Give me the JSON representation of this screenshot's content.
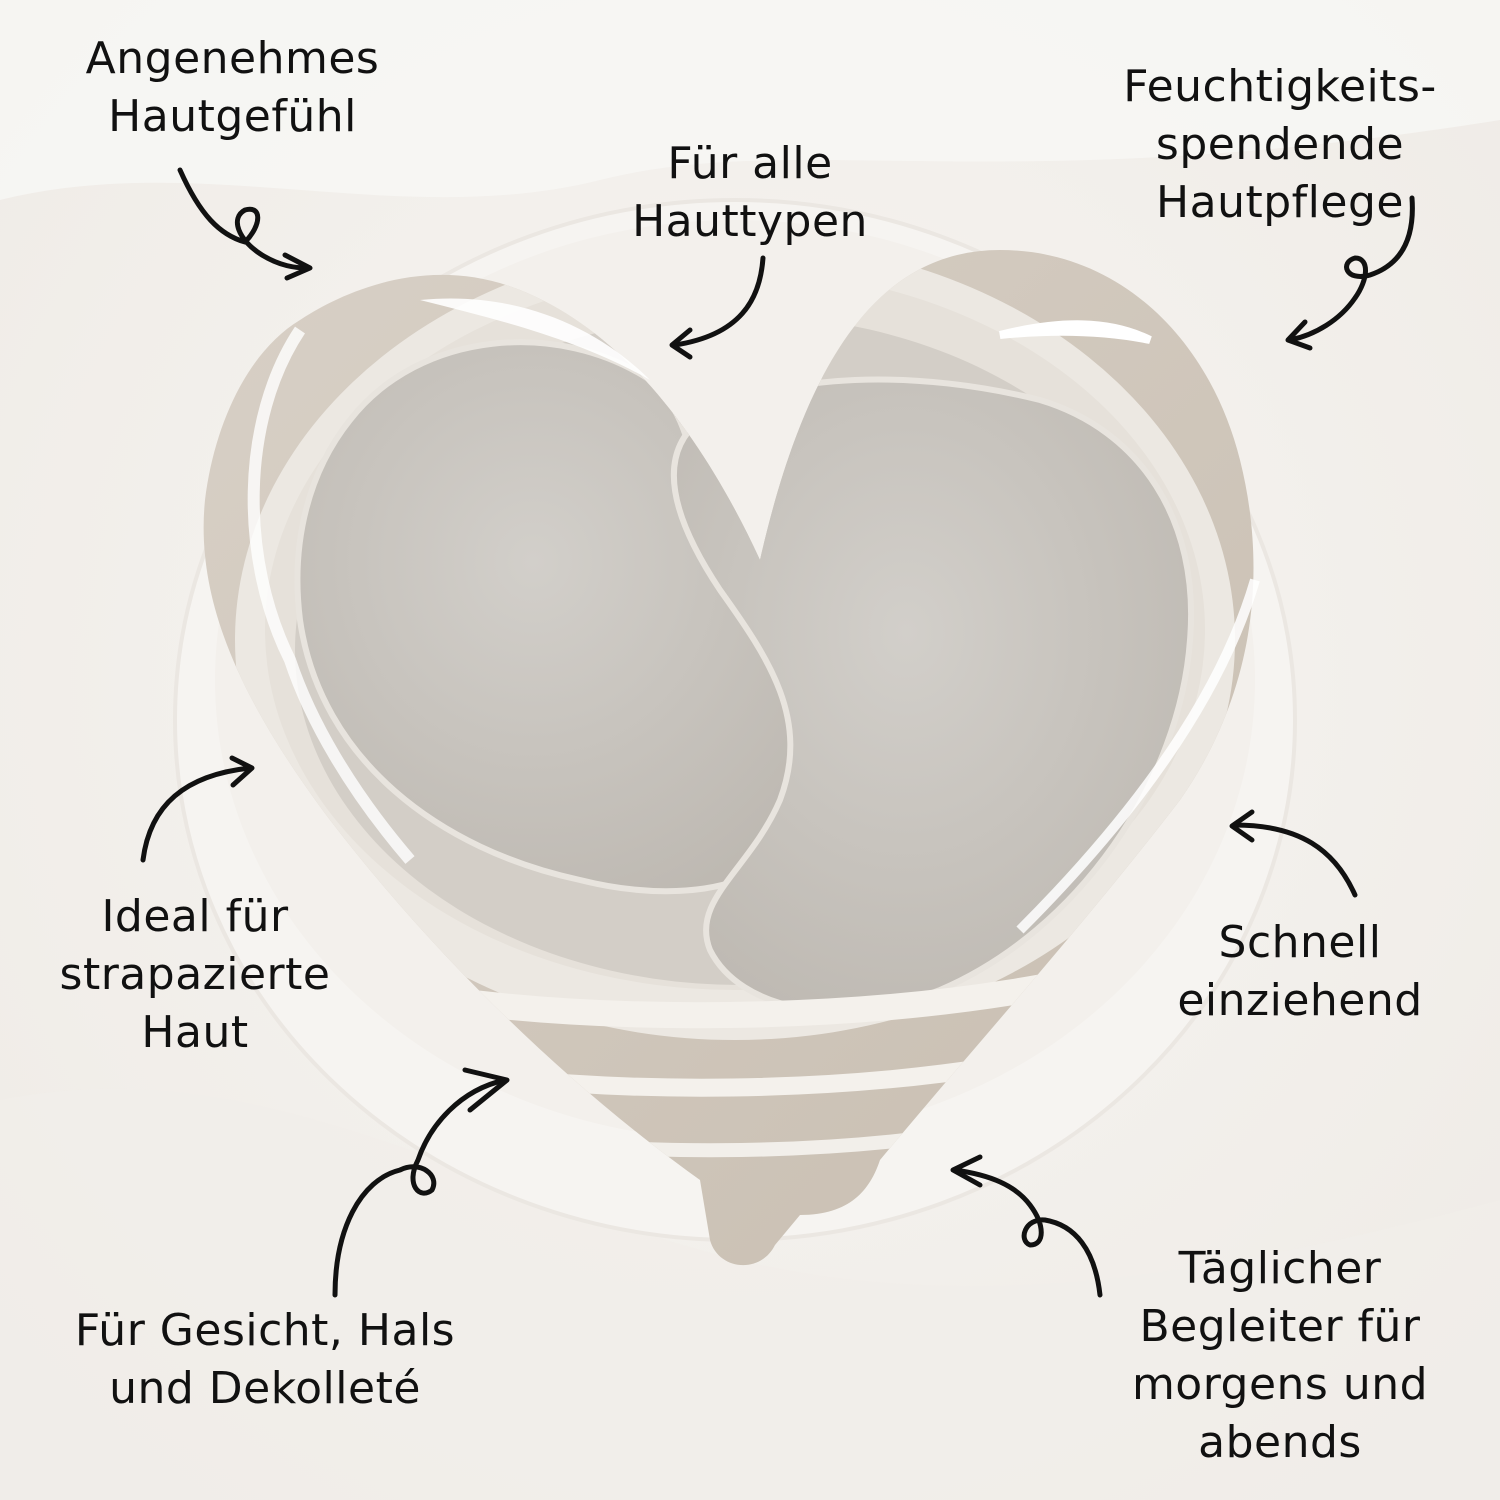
{
  "image": {
    "subject": "jar of hydrogel eye pads with translucent heart overlay",
    "colors": {
      "background": "#f4f2ef",
      "heart_fill": "#cdc4b8",
      "jar_rim": "#efece7",
      "pad_fill": "#c9c5bf",
      "text": "#111111",
      "arrow": "#111111"
    }
  },
  "callouts": [
    {
      "id": "comfortable-feel",
      "lines": [
        "Angenehmes",
        "Hautgefühl"
      ],
      "arrow_icon": "curly-arrow-down-right-icon"
    },
    {
      "id": "all-skin-types",
      "lines": [
        "Für alle",
        "Hauttypen"
      ],
      "arrow_icon": "curved-arrow-down-left-icon"
    },
    {
      "id": "moisturizing-care",
      "lines": [
        "Feuchtigkeits-",
        "spendende",
        "Hautpflege"
      ],
      "arrow_icon": "curly-arrow-down-left-icon"
    },
    {
      "id": "stressed-skin",
      "lines": [
        "Ideal für",
        "strapazierte",
        "Haut"
      ],
      "arrow_icon": "curved-arrow-up-right-icon"
    },
    {
      "id": "fast-absorbing",
      "lines": [
        "Schnell",
        "einziehend"
      ],
      "arrow_icon": "curved-arrow-up-left-icon"
    },
    {
      "id": "face-neck-decollete",
      "lines": [
        "Für Gesicht, Hals",
        "und Dekolleté"
      ],
      "arrow_icon": "curly-arrow-up-right-icon"
    },
    {
      "id": "daily-companion",
      "lines": [
        "Täglicher",
        "Begleiter für",
        "morgens und",
        "abends"
      ],
      "arrow_icon": "curly-arrow-up-left-icon"
    }
  ]
}
